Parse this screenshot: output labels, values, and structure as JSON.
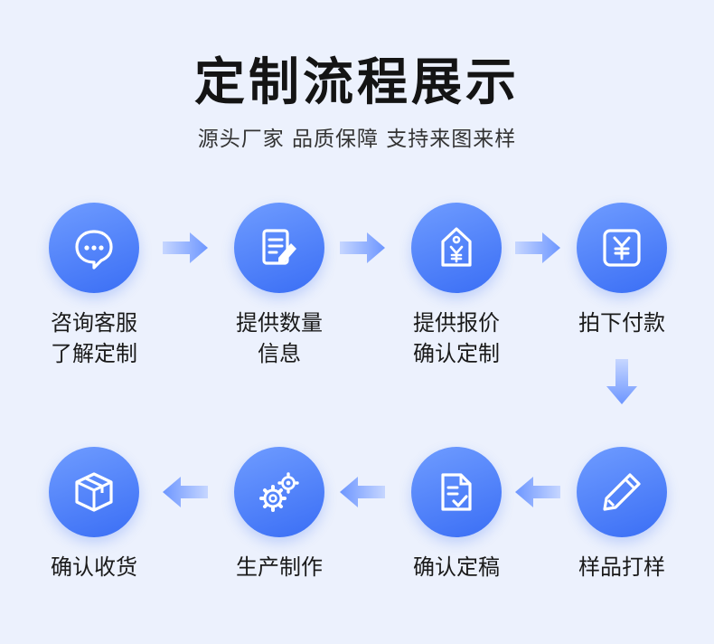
{
  "header": {
    "title": "定制流程展示",
    "subtitle": "源头厂家 品质保障 支持来图来样"
  },
  "colors": {
    "background": "#ecf1fd",
    "circle_start": "#6f9cff",
    "circle_end": "#3a6ef5",
    "arrow": "#7aa0ff"
  },
  "steps": [
    {
      "icon": "chat-bubble-icon",
      "line1": "咨询客服",
      "line2": "了解定制"
    },
    {
      "icon": "document-edit-icon",
      "line1": "提供数量",
      "line2": "信息"
    },
    {
      "icon": "price-tag-icon",
      "line1": "提供报价",
      "line2": "确认定制"
    },
    {
      "icon": "yen-payment-icon",
      "line1": "拍下付款",
      "line2": ""
    },
    {
      "icon": "pencil-icon",
      "line1": "样品打样",
      "line2": ""
    },
    {
      "icon": "document-check-icon",
      "line1": "确认定稿",
      "line2": ""
    },
    {
      "icon": "gears-icon",
      "line1": "生产制作",
      "line2": ""
    },
    {
      "icon": "package-box-icon",
      "line1": "确认收货",
      "line2": ""
    }
  ]
}
